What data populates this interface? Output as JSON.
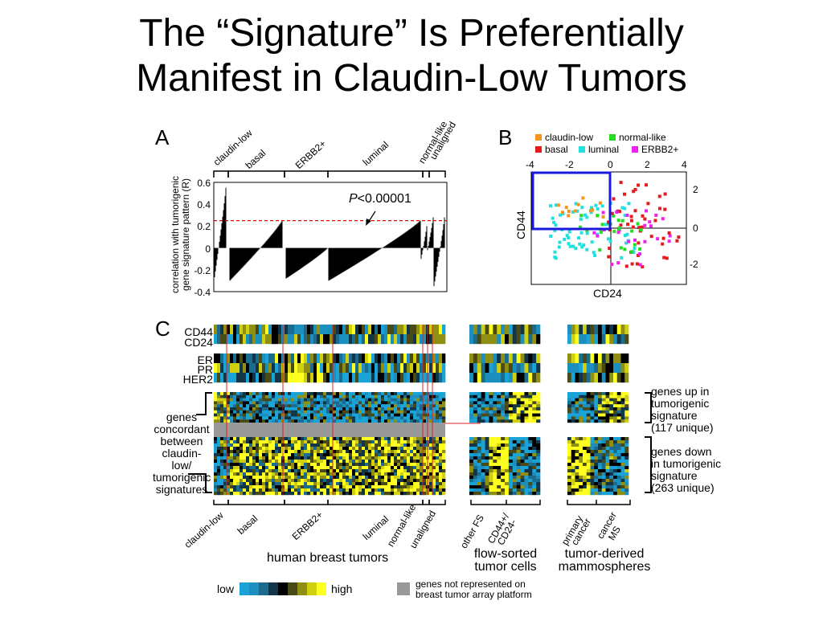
{
  "title_line1": "The “Signature” Is Preferentially",
  "title_line2": "Manifest in Claudin-Low Tumors",
  "panel_a": {
    "letter": "A",
    "ylabel_line1": "correlation with tumorigenic",
    "ylabel_line2": "gene signature pattern (R)",
    "yticks": [
      "0.6",
      "0.4",
      "0.2",
      "0",
      "-0.2",
      "-0.4"
    ],
    "subtypes": [
      "claudin-low",
      "basal",
      "ERBB2+",
      "luminal",
      "normal-like",
      "unaligned"
    ],
    "threshold_label_p": "P",
    "threshold_label_rest": "<0.00001",
    "threshold_value": 0.25,
    "threshold_color": "#e00000"
  },
  "panel_b": {
    "letter": "B",
    "legend": [
      {
        "label": "claudin-low",
        "color": "#f7941d"
      },
      {
        "label": "normal-like",
        "color": "#22dd22"
      },
      {
        "label": "basal",
        "color": "#e41a1c"
      },
      {
        "label": "luminal",
        "color": "#22e0e0"
      },
      {
        "label": "ERBB2+",
        "color": "#ee22ee"
      }
    ],
    "xticks": [
      "-4",
      "-2",
      "0",
      "2",
      "4"
    ],
    "yticks": [
      "2",
      "0",
      "-2"
    ],
    "xlabel": "CD24",
    "ylabel": "CD44",
    "highlight_color": "#1a1adf"
  },
  "panel_c": {
    "letter": "C",
    "marker_labels_top": [
      "CD44",
      "CD24"
    ],
    "marker_labels_mid": [
      "ER",
      "PR",
      "HER2"
    ],
    "left_label": [
      "genes",
      "concordant",
      "between",
      "claudin-low/",
      "tumorigenic",
      "signatures"
    ],
    "bottom_subtypes": [
      "claudin-low",
      "basal",
      "ERBB2+",
      "luminal",
      "normal-like",
      "unaligned"
    ],
    "fs_labels": [
      "other FS",
      "CD44+/",
      "CD24-"
    ],
    "ms_labels": [
      "primary",
      "cancer",
      "cancer",
      "MS"
    ],
    "group_human": "human breast tumors",
    "group_fs_line1": "flow-sorted",
    "group_fs_line2": "tumor cells",
    "group_ms_line1": "tumor-derived",
    "group_ms_line2": "mammospheres",
    "right_up": [
      "genes up in",
      "tumorigenic",
      "signature",
      "(117 unique)"
    ],
    "right_down": [
      "genes down",
      "in tumorigenic",
      "signature",
      "(263 unique)"
    ],
    "legend_low": "low",
    "legend_high": "high",
    "legend_colors": [
      "#1aa3d6",
      "#1c8fbf",
      "#1a6b8e",
      "#123548",
      "#000000",
      "#4a4a16",
      "#8f8f14",
      "#d0cf10",
      "#ffff20"
    ],
    "legend_gray_line1": "genes not represented on",
    "legend_gray_line2": "breast tumor array platform",
    "gray_color": "#999999",
    "line_color": "#e02020"
  }
}
